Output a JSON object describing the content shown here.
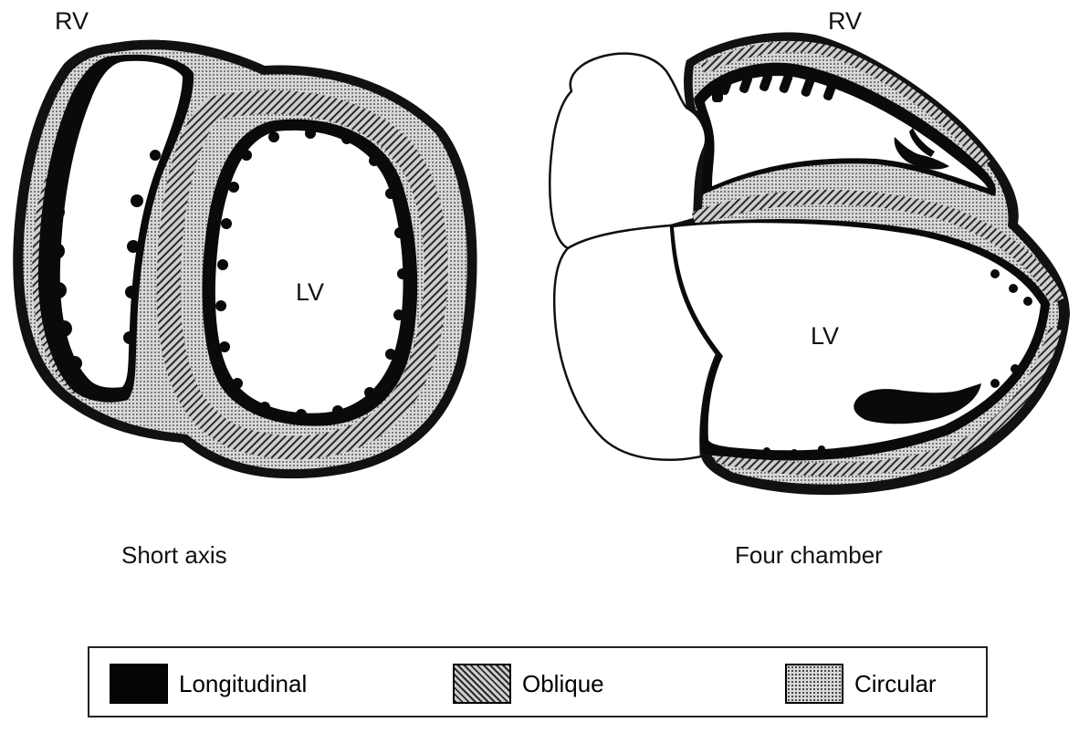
{
  "short_axis": {
    "rv_label": "RV",
    "lv_label": "LV",
    "caption": "Short axis"
  },
  "four_chamber": {
    "rv_label": "RV",
    "lv_label": "LV",
    "caption": "Four chamber"
  },
  "legend": {
    "items": [
      {
        "key": "longitudinal",
        "label": "Longitudinal",
        "fill": "#050505"
      },
      {
        "key": "oblique",
        "label": "Oblique",
        "fill": "hatched"
      },
      {
        "key": "circular",
        "label": "Circular",
        "fill": "dotted"
      }
    ]
  }
}
